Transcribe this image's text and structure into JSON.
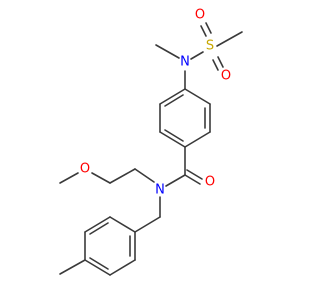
{
  "molecule": {
    "atoms": {
      "sulfur": "S",
      "sulfonyl_oxygen_top": "O",
      "sulfonyl_oxygen_bottom": "O",
      "sulfonamide_nitrogen": "N",
      "amide_oxygen": "O",
      "amide_nitrogen": "N",
      "ether_oxygen": "O"
    },
    "colors": {
      "bond": "#3a3a3a",
      "oxygen": "#ff0000",
      "nitrogen": "#0000ff",
      "sulfur": "#c8a800"
    }
  }
}
